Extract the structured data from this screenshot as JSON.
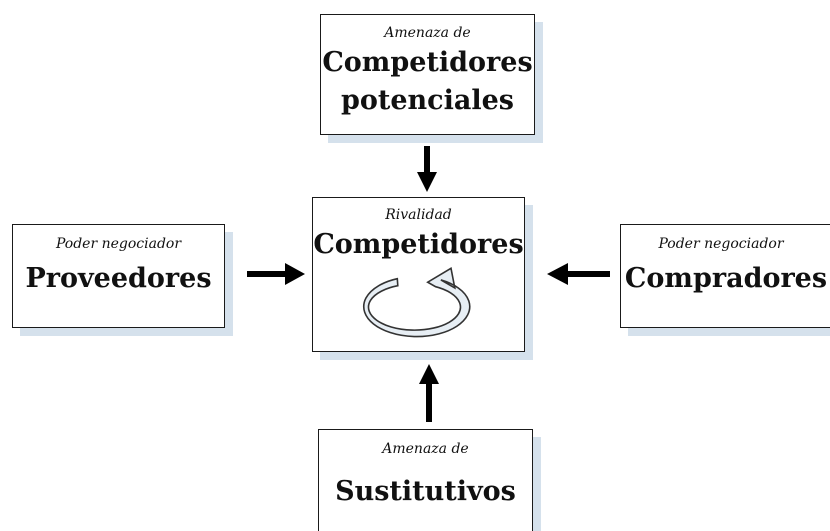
{
  "diagram": {
    "top": {
      "subtitle": "Amenaza de",
      "title_line1": "Competidores",
      "title_line2": "potenciales"
    },
    "center": {
      "subtitle": "Rivalidad",
      "title": "Competidores",
      "icon": "circular-rotation-arrow-icon"
    },
    "left": {
      "subtitle": "Poder negociador",
      "title": "Proveedores"
    },
    "right": {
      "subtitle": "Poder negociador",
      "title": "Compradores"
    },
    "bottom": {
      "subtitle": "Amenaza de",
      "title": "Sustitutivos"
    }
  },
  "colors": {
    "border": "#1a1a1a",
    "shadow": "#d5e1ec",
    "arrow": "#000000",
    "cycle_fill": "#e7eef4",
    "cycle_stroke": "#333333"
  }
}
